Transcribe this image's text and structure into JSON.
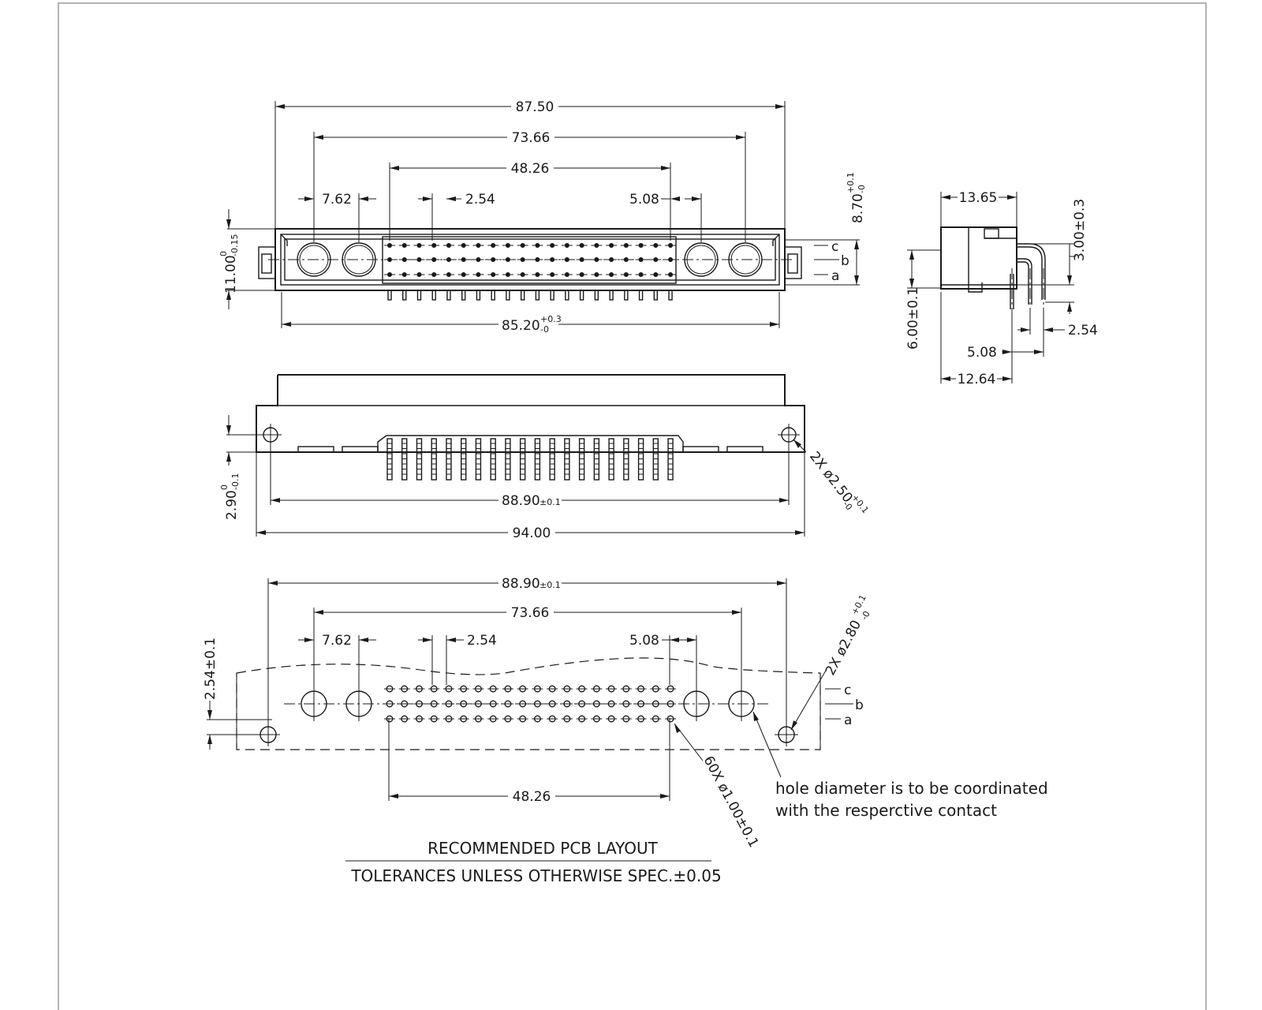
{
  "colors": {
    "line": "#1a1a1a",
    "frame": "#9a9a9a",
    "paper": "#ffffff"
  },
  "front_view": {
    "overall_width": "87.50",
    "outer_spacing": "73.66",
    "pin_field_width": "48.26",
    "coax_pitch_left": "7.62",
    "pin_pitch": "2.54",
    "coax_pitch_right": "5.08",
    "height": "11.00",
    "height_tol_upper": "0",
    "height_tol_lower": "-0.15",
    "depth": "8.70",
    "depth_tol_upper": "+0.1",
    "depth_tol_lower": "-0",
    "row_c": "c",
    "row_b": "b",
    "row_a": "a",
    "base_width": "85.20",
    "base_tol_upper": "+0.3",
    "base_tol_lower": "-0"
  },
  "side_view": {
    "top_width": "13.65",
    "pin_offset": "3.00±0.3",
    "height": "6.00±0.1",
    "pitch_small": "2.54",
    "pitch_large": "5.08",
    "bottom_width": "12.64"
  },
  "bottom_view": {
    "offset": "2.90",
    "offset_tol_upper": "0",
    "offset_tol_lower": "-0.1",
    "hole_spacing": "88.90",
    "hole_spacing_tol": "±0.1",
    "overall_width": "94.00",
    "mount_hole_count": "2X",
    "mount_hole_dia": "ø2.50",
    "mount_hole_tol_upper": "+0.1",
    "mount_hole_tol_lower": "-0"
  },
  "pcb_layout": {
    "hole_spacing": "88.90",
    "hole_spacing_tol": "±0.1",
    "outer_spacing": "73.66",
    "coax_pitch_left": "7.62",
    "pin_pitch": "2.54",
    "coax_pitch_right": "5.08",
    "vertical_offset": "2.54±0.1",
    "mount_hole_callout": "2X ø2.80",
    "mount_hole_tol_upper": "+0.1",
    "mount_hole_tol_lower": "-0",
    "row_c": "c",
    "row_b": "b",
    "row_a": "a",
    "pin_field_width": "48.26",
    "pin_hole_callout": "60X ø1.00±0.1",
    "note_line1": "hole diameter is to be coordinated",
    "note_line2": "with the resperctive contact"
  },
  "title": {
    "heading": "RECOMMENDED PCB LAYOUT",
    "tolerance": "TOLERANCES UNLESS OTHERWISE SPEC.±0.05"
  }
}
